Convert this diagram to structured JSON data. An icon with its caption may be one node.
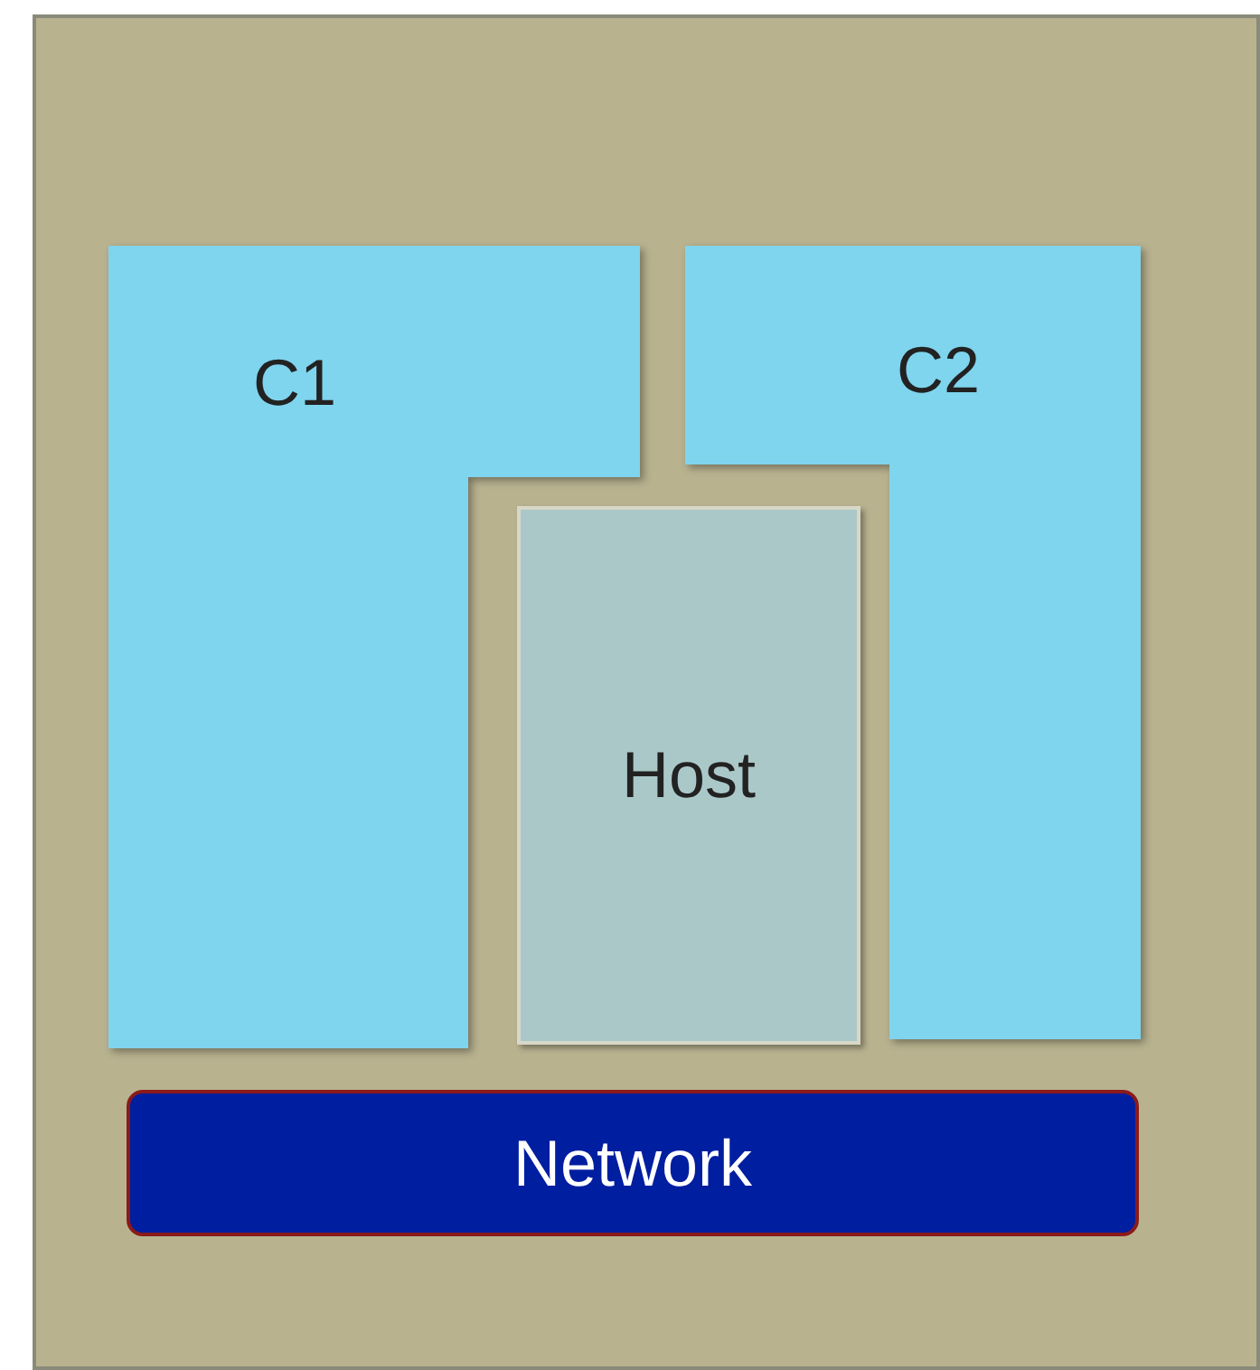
{
  "diagram": {
    "nodes": [
      {
        "text": [],
        "shape": "box"
      },
      {
        "text": [
          "C1"
        ],
        "in": 0
      },
      {
        "text": [
          "C2"
        ],
        "in": 0
      },
      {
        "text": [
          "Host"
        ],
        "in": 0
      },
      {
        "text": [
          "Network"
        ],
        "in": 0
      }
    ]
  }
}
